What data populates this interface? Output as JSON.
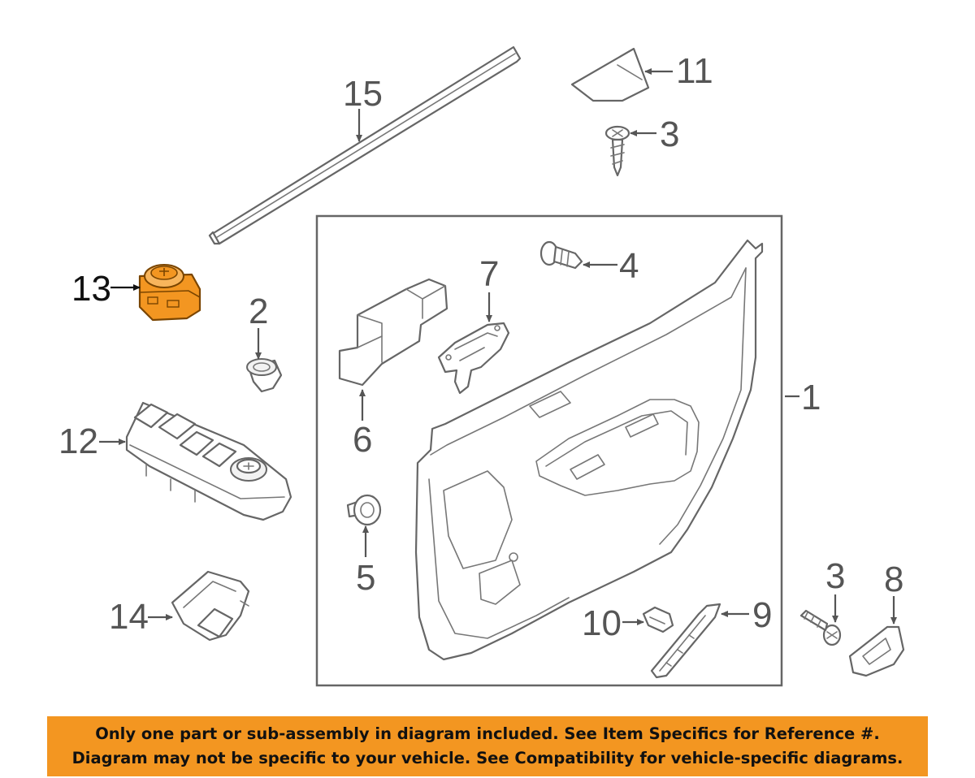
{
  "callouts": {
    "c1": "1",
    "c2": "2",
    "c3a": "3",
    "c3b": "3",
    "c4": "4",
    "c5": "5",
    "c6": "6",
    "c7": "7",
    "c8": "8",
    "c9": "9",
    "c10": "10",
    "c11": "11",
    "c12": "12",
    "c13": "13",
    "c14": "14",
    "c15": "15"
  },
  "highlighted_part": "13",
  "colors": {
    "highlight": "#f39621",
    "banner": "#f39621",
    "line": "#666666"
  },
  "banner": {
    "line1": "Only one part or sub-assembly in diagram included. See Item Specifics for Reference #.",
    "line2": "Diagram may not be specific to your vehicle. See Compatibility for vehicle-specific diagrams."
  }
}
